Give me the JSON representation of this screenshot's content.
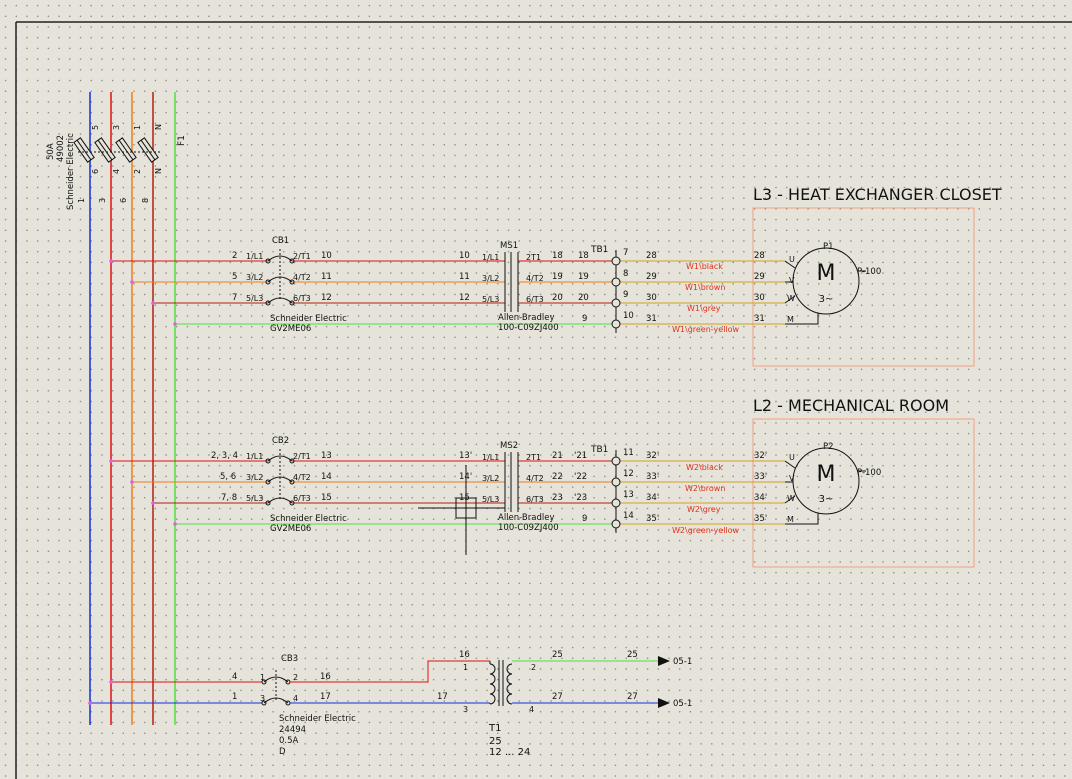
{
  "colors": {
    "background": "#e6e4da",
    "grid_dot": "#6e6e6e",
    "phase_l1": "#e01010",
    "phase_l2": "#f07d1a",
    "phase_l3": "#b02010",
    "neutral": "#1030e0",
    "pe": "#50e040",
    "area_box": "#f0a080",
    "wire_label": "#e0321c",
    "junction": "#e060e0"
  },
  "areas": {
    "l3": {
      "title": "L3 - HEAT EXCHANGER CLOSET"
    },
    "l2": {
      "title": "L2 - MECHANICAL ROOM"
    }
  },
  "fuse": {
    "rating": "50A",
    "part": "49002",
    "maker": "Schneider Electric",
    "tag": "F1",
    "top_terminals": [
      "5",
      "3",
      "1",
      "N"
    ],
    "bottom_terminals": [
      "6",
      "4",
      "2",
      "N"
    ],
    "left_numbers": [
      "1",
      "3",
      "6",
      "8"
    ]
  },
  "circuit1": {
    "cb": {
      "tag": "CB1",
      "maker": "Schneider Electric",
      "model": "GV2ME06",
      "term_in": [
        "1/L1",
        "3/L2",
        "5/L3"
      ],
      "term_out": [
        "2/T1",
        "4/T2",
        "6/T3"
      ]
    },
    "ms": {
      "tag": "MS1",
      "maker": "Allen-Bradley",
      "model": "100-C09ZJ400",
      "term_in": [
        "1/L1",
        "3/L2",
        "5/L3"
      ],
      "term_out": [
        "2T1",
        "4/T2",
        "6/T3"
      ]
    },
    "tb": {
      "tag": "TB1",
      "terms": [
        "7",
        "8",
        "9",
        "10"
      ]
    },
    "motor": {
      "tag": "P1",
      "symbol": "M",
      "phase": "3~",
      "part": "P-100",
      "pins": [
        "U",
        "V",
        "W",
        "M"
      ]
    },
    "wires": [
      {
        "n1": "2",
        "n2": "10",
        "n3": "10",
        "n4": "18",
        "n5": "18",
        "n6": "28",
        "n7": "28",
        "cable": "W1\\black"
      },
      {
        "n1": "5",
        "n2": "11",
        "n3": "11",
        "n4": "19",
        "n5": "19",
        "n6": "29",
        "n7": "29",
        "cable": "W1\\brown"
      },
      {
        "n1": "7",
        "n2": "12",
        "n3": "12",
        "n4": "20",
        "n5": "20",
        "n6": "30",
        "n7": "30",
        "cable": "W1\\grey"
      },
      {
        "n1": "",
        "n2": "",
        "n3": "",
        "n4": "",
        "n5": "9",
        "n6": "31",
        "n7": "31",
        "cable": "W1\\green-yellow"
      }
    ]
  },
  "circuit2": {
    "cb": {
      "tag": "CB2",
      "maker": "Schneider Electric",
      "model": "GV2ME06",
      "term_in": [
        "1/L1",
        "3/L2",
        "5/L3"
      ],
      "term_out": [
        "2/T1",
        "4/T2",
        "6/T3"
      ]
    },
    "ms": {
      "tag": "MS2",
      "maker": "Allen-Bradley",
      "model": "100-C09ZJ400",
      "term_in": [
        "1/L1",
        "3/L2",
        "5/L3"
      ],
      "term_out": [
        "2T1",
        "4/T2",
        "6/T3"
      ]
    },
    "tb": {
      "tag": "TB1",
      "terms": [
        "11",
        "12",
        "13",
        "14"
      ]
    },
    "motor": {
      "tag": "P2",
      "symbol": "M",
      "phase": "3~",
      "part": "P-100",
      "pins": [
        "U",
        "V",
        "W",
        "M"
      ]
    },
    "wires": [
      {
        "n1": "2, 3, 4",
        "n2": "13",
        "n3": "13'",
        "n4": "21",
        "n5": "'21",
        "n6": "32'",
        "n7": "32'",
        "cable": "W2\\black"
      },
      {
        "n1": "5, 6",
        "n2": "14",
        "n3": "14'",
        "n4": "22",
        "n5": "'22",
        "n6": "33'",
        "n7": "33'",
        "cable": "W2\\brown"
      },
      {
        "n1": "7, 8",
        "n2": "15",
        "n3": "15",
        "n4": "23",
        "n5": "'23",
        "n6": "34'",
        "n7": "34'",
        "cable": "W2\\grey"
      },
      {
        "n1": "",
        "n2": "",
        "n3": "",
        "n4": "",
        "n5": "9",
        "n6": "35'",
        "n7": "35'",
        "cable": "W2\\green-yellow"
      }
    ]
  },
  "circuit3": {
    "cb": {
      "tag": "CB3",
      "maker": "Schneider Electric",
      "part": "24494",
      "rating": "0.5A",
      "curve": "D",
      "term_in": [
        "1",
        "3"
      ],
      "term_out": [
        "2",
        "4"
      ]
    },
    "left_nums": [
      "4",
      "1"
    ],
    "wire_top": "16",
    "wire_bottom": "17",
    "wire_17b": "17",
    "transformer": {
      "tag": "T1",
      "sub": "25",
      "range": "12 ... 24",
      "p1": "1",
      "p3": "3",
      "s2": "2",
      "s4": "4",
      "w16": "16"
    },
    "out": {
      "w25a": "25",
      "w25b": "25",
      "w27a": "27",
      "w27b": "27",
      "ref1": "05-1",
      "ref2": "05-1"
    }
  }
}
